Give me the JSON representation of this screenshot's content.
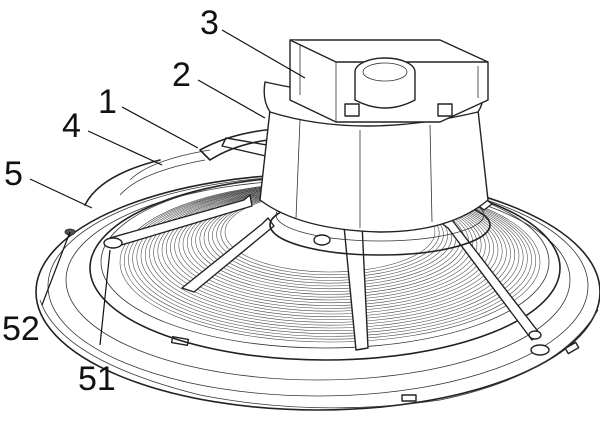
{
  "labels": {
    "part_1": "1",
    "part_2": "2",
    "part_3": "3",
    "part_4": "4",
    "part_5": "5",
    "part_51": "51",
    "part_52": "52"
  }
}
